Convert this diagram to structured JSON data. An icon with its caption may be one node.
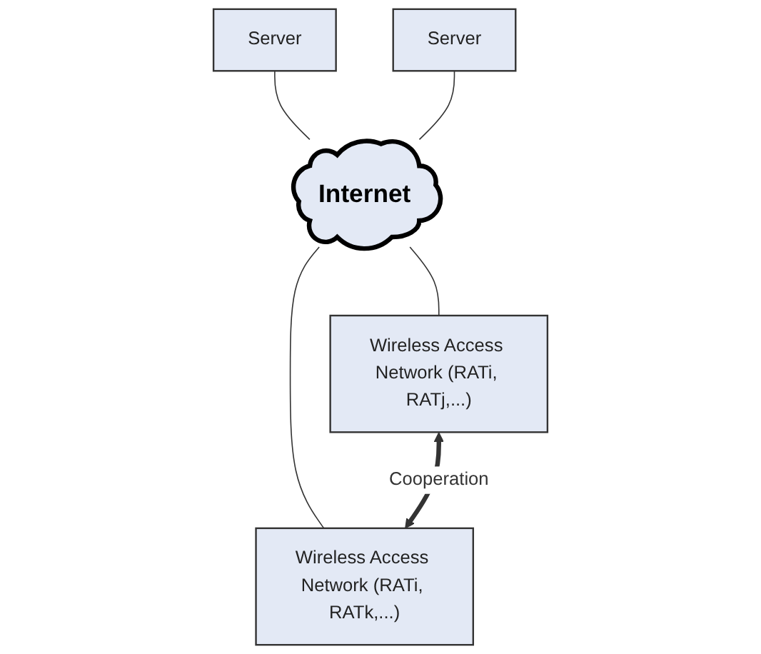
{
  "diagram": {
    "nodes": [
      {
        "text": [
          "Server"
        ]
      },
      {
        "text": [
          "Server"
        ]
      },
      {
        "text": [
          "Internet"
        ]
      },
      {
        "text": [
          "Wireless Access Network (RATi, RATj,...)"
        ]
      },
      {
        "text": [
          "Wireless Access Network (RATi, RATk,...)"
        ]
      }
    ],
    "edges": [
      {
        "from": 0,
        "to": 2,
        "arrow": "none"
      },
      {
        "from": 1,
        "to": 2,
        "arrow": "none"
      },
      {
        "from": 2,
        "to": 3,
        "arrow": "none"
      },
      {
        "from": 2,
        "to": 4,
        "arrow": "none"
      },
      {
        "from": 3,
        "to": 4,
        "label": "Cooperation",
        "arrow": "both",
        "style": "thick"
      }
    ]
  }
}
